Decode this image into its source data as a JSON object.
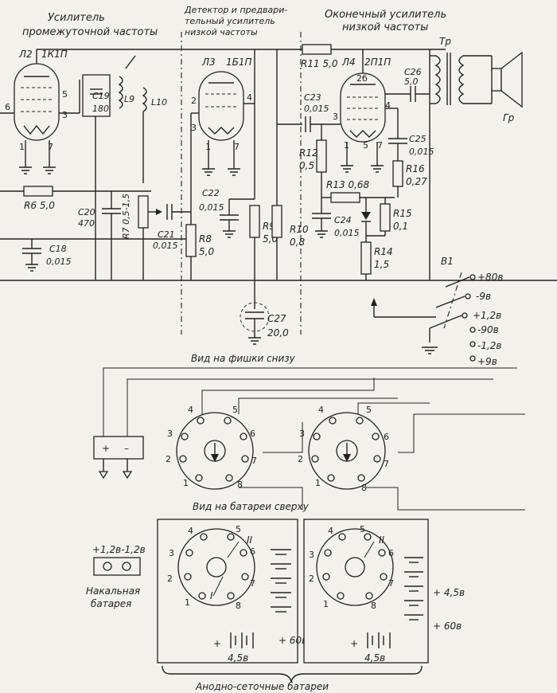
{
  "headers": {
    "if_amp": [
      "Усилитель",
      "промежуточной частоты"
    ],
    "detector": [
      "Детектор и предвари-",
      "тельный усилитель",
      "низкой частоты"
    ],
    "output": [
      "Оконечный усилитель",
      "низкой частоты"
    ]
  },
  "tubes": {
    "l2": {
      "ref": "Л2",
      "type": "1К1П"
    },
    "l3": {
      "ref": "Л3",
      "type": "1Б1П"
    },
    "l4": {
      "ref": "Л4",
      "type": "2П1П"
    }
  },
  "components": {
    "c19": [
      "C19",
      "180"
    ],
    "l9": "L9",
    "l10": "L10",
    "r6": [
      "R6",
      "5,0"
    ],
    "c20": [
      "C20",
      "470"
    ],
    "r7": [
      "R7",
      "0,5-1,5"
    ],
    "c21": [
      "C21",
      "0,015"
    ],
    "c18": [
      "C18",
      "0,015"
    ],
    "c22": [
      "C22",
      "0,015"
    ],
    "r8": [
      "R8",
      "5,0"
    ],
    "r9": [
      "R9",
      "5,0"
    ],
    "r10": [
      "R10",
      "0,8"
    ],
    "c27": [
      "C27",
      "20,0"
    ],
    "r11": [
      "R11",
      "5,0"
    ],
    "c23": [
      "C23",
      "0,015"
    ],
    "r12": [
      "R12",
      "0,5"
    ],
    "r13": [
      "R13",
      "0,68"
    ],
    "c24": [
      "C24",
      "0,015"
    ],
    "r14": [
      "R14",
      "1,5"
    ],
    "r15": [
      "R15",
      "0,1"
    ],
    "r16": [
      "R16",
      "0,27"
    ],
    "c25": [
      "C25",
      "0,015"
    ],
    "c26": [
      "C26",
      "5,0"
    ],
    "tr": "Тр",
    "gr": "Гр",
    "b1": "В1"
  },
  "switch_labels": [
    "+80в",
    "-9в",
    "+1,2в",
    "-90в",
    "-1,2в",
    "+9в"
  ],
  "views": {
    "plugs_bottom": "Вид на фишки снизу",
    "batteries_top": "Вид на батареи сверху",
    "anode_grid": "Анодно-сеточные батареи"
  },
  "filament_battery": {
    "voltage": "+1,2в-1,2в",
    "label": [
      "Накальная",
      "батарея"
    ],
    "plug_plus": "+",
    "plug_minus": "–"
  },
  "socket_pins": [
    "1",
    "2",
    "3",
    "4",
    "5",
    "6",
    "7",
    "8"
  ],
  "battery_sections": [
    "I",
    "II"
  ],
  "battery_labels": {
    "left_60": "+ 60в",
    "left_45": "4,5в",
    "right_45": "+ 4,5в",
    "right_60": "+ 60в",
    "right_bottom": "4,5в",
    "plus": "+"
  }
}
